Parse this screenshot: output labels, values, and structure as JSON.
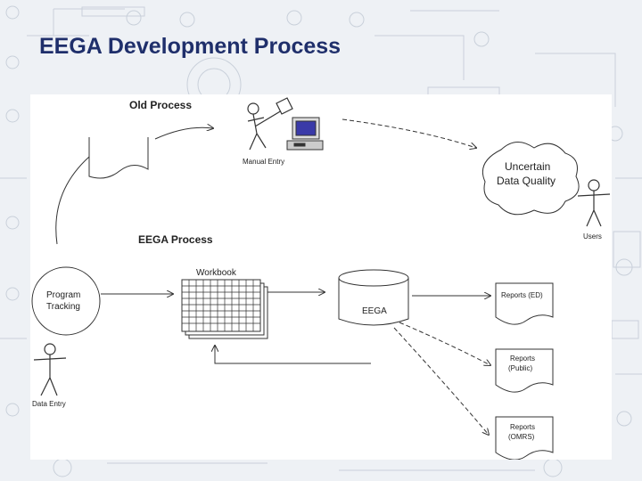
{
  "slide": {
    "title": "EEGA Development Process"
  },
  "diagram": {
    "old_process": {
      "heading": "Old Process",
      "manual_entry_label": "Manual Entry",
      "uncertain_label_line1": "Uncertain",
      "uncertain_label_line2": "Data Quality",
      "users_label": "Users"
    },
    "eega_process": {
      "heading": "EEGA Process",
      "program_tracking_line1": "Program",
      "program_tracking_line2": "Tracking",
      "data_entry_label": "Data Entry",
      "workbook_label": "Workbook",
      "database_label": "EEGA",
      "reports": [
        {
          "line1": "Reports (ED)",
          "line2": ""
        },
        {
          "line1": "Reports",
          "line2": "(Public)"
        },
        {
          "line1": "Reports",
          "line2": "(OMRS)"
        }
      ]
    }
  },
  "colors": {
    "title": "#1f2f6b",
    "monitor_screen": "#3a3aa8",
    "background": "#eef1f5"
  },
  "icons": [
    "person-icon",
    "computer-icon",
    "cloud-icon",
    "database-icon",
    "document-icon",
    "spreadsheet-icon"
  ]
}
